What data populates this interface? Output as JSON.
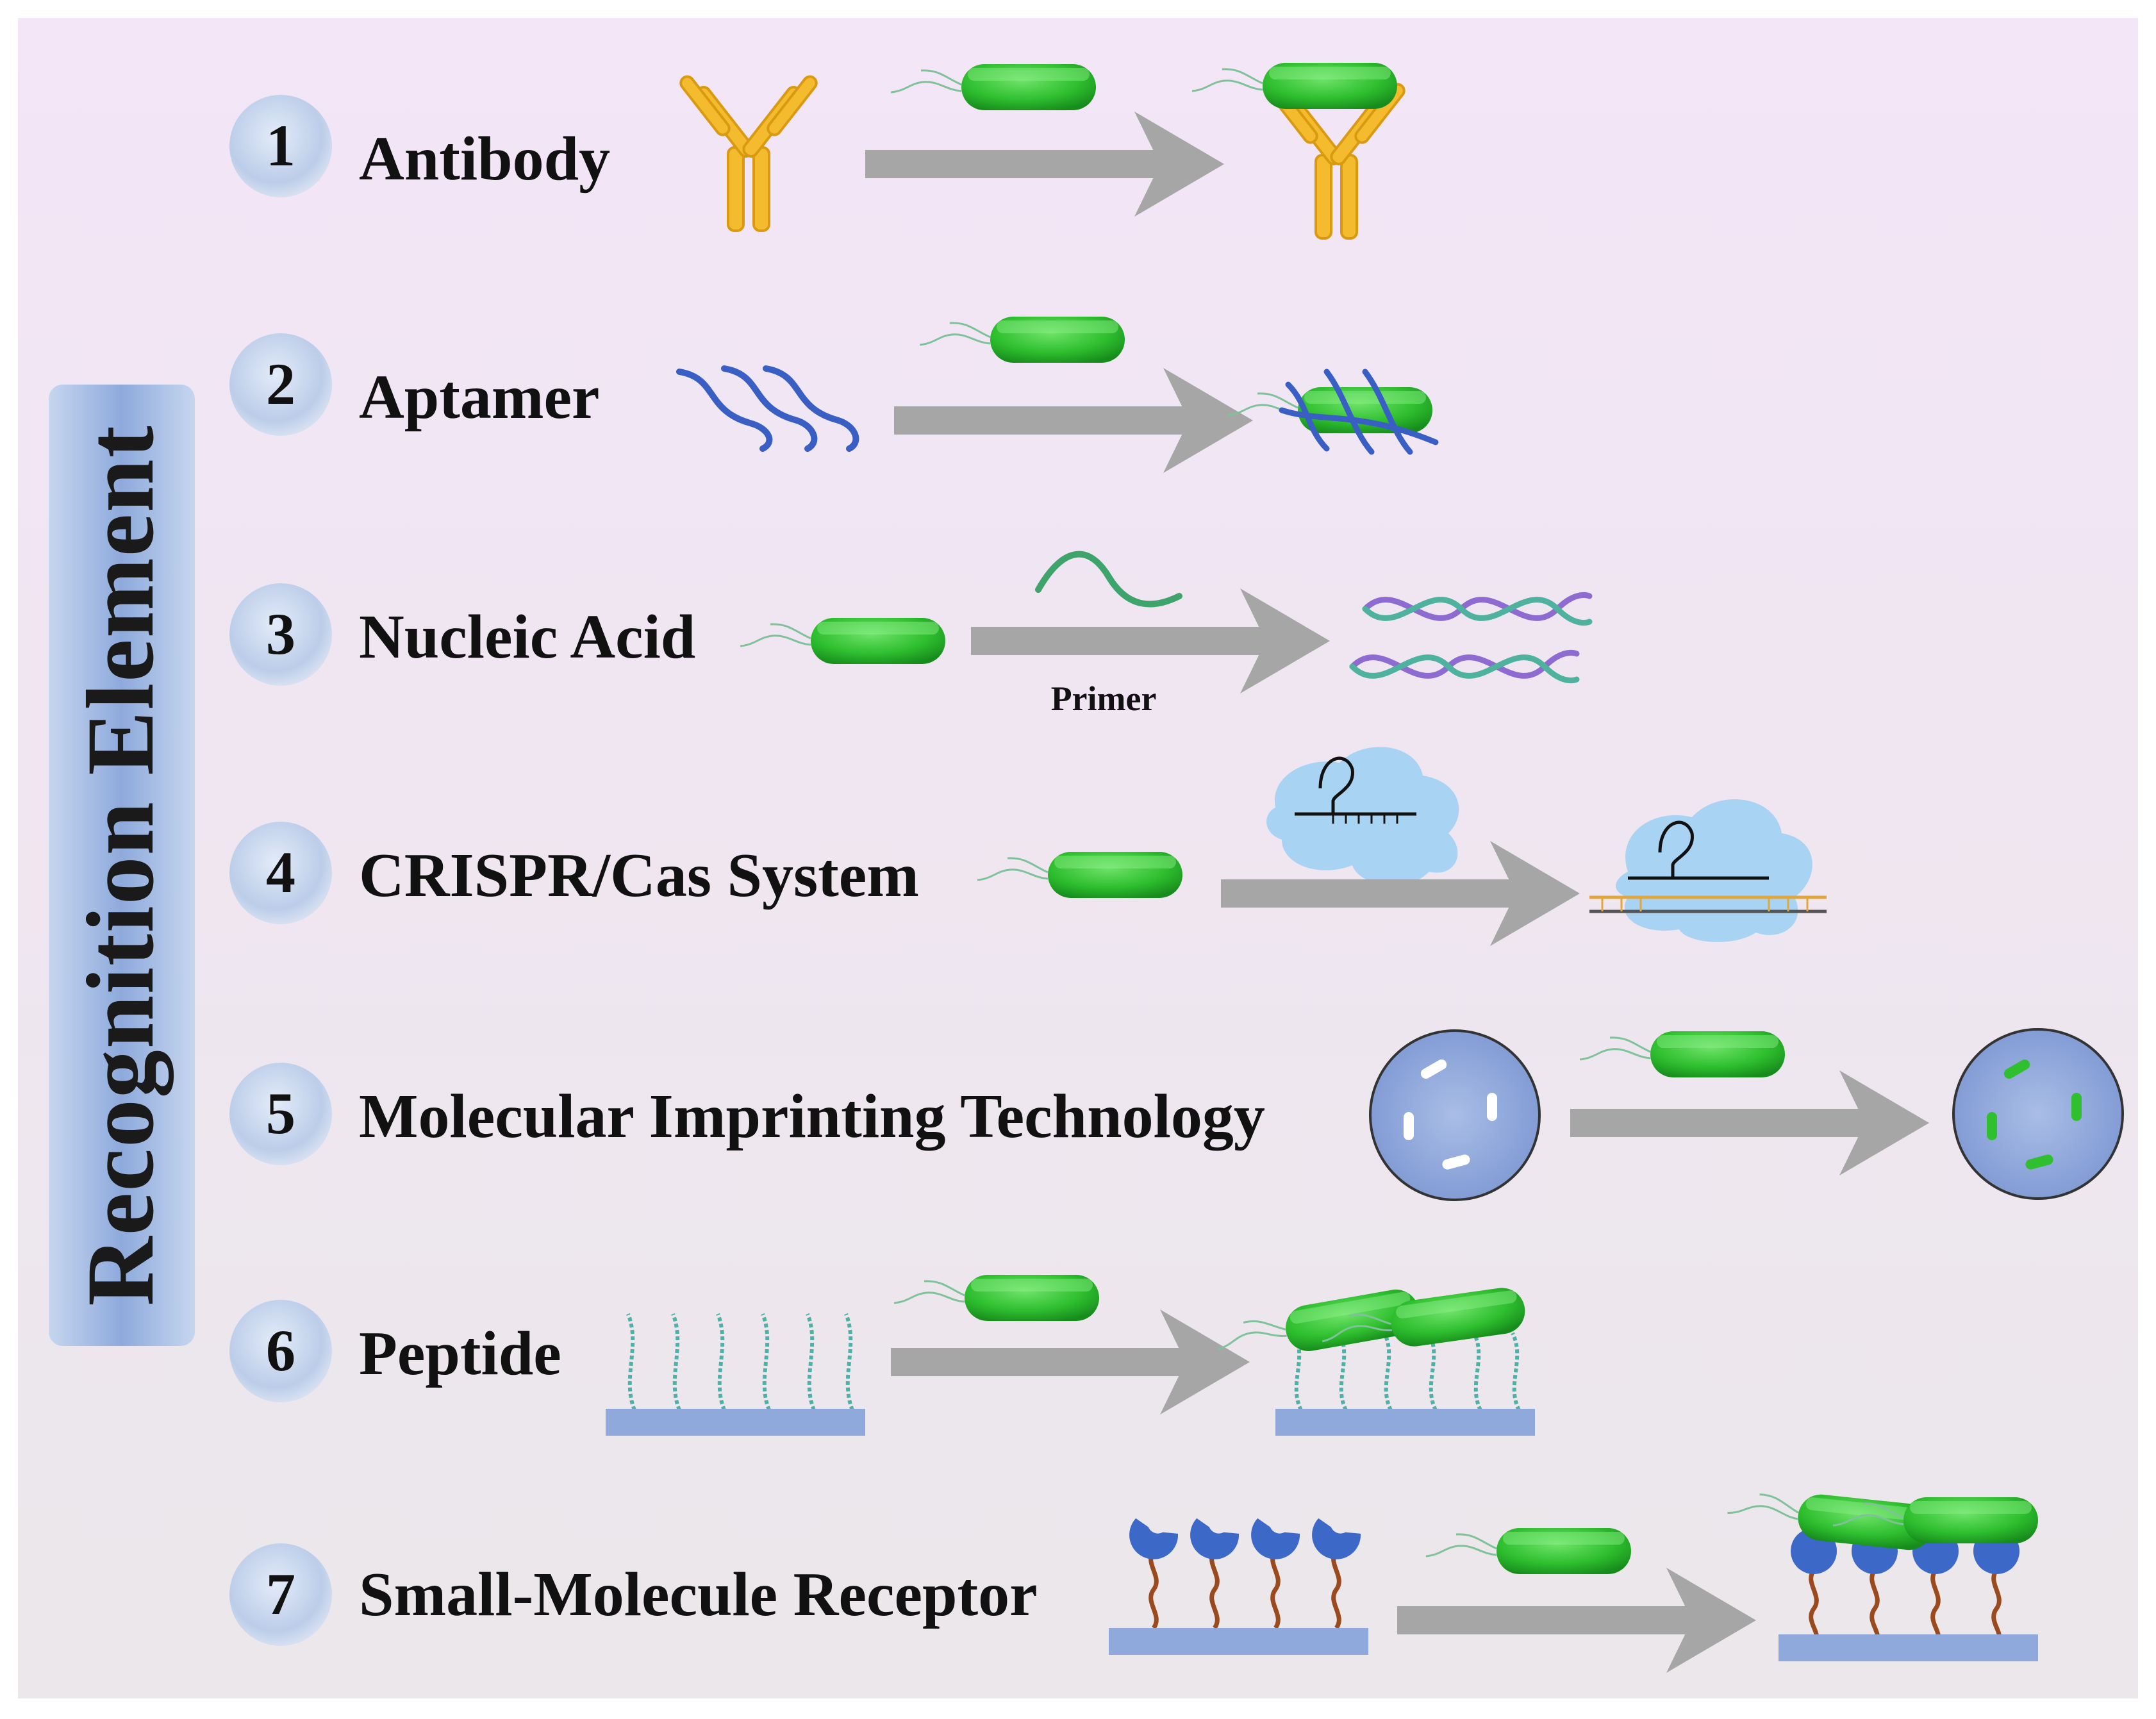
{
  "figure": {
    "side_title": "Recognition Element",
    "primer_label": "Primer",
    "colors": {
      "background": "#efe6f2",
      "badge": "#b7c9e8",
      "arrow": "#a6a6a6",
      "bacterium": "#2fbf2f",
      "antibody": "#f1b52a",
      "aptamer": "#3a5fc4",
      "cas_protein": "#a9d3f3",
      "surface": "#8fa9dc",
      "receptor_head": "#3c68c8",
      "receptor_linker": "#9a4a1c"
    },
    "rows": [
      {
        "number": "1",
        "label": "Antibody",
        "icon": "antibody-icon"
      },
      {
        "number": "2",
        "label": "Aptamer",
        "icon": "aptamer-icon"
      },
      {
        "number": "3",
        "label": "Nucleic Acid",
        "icon": "bacterium-icon"
      },
      {
        "number": "4",
        "label": "CRISPR/Cas System",
        "icon": "bacterium-icon"
      },
      {
        "number": "5",
        "label": "Molecular Imprinting Technology",
        "icon": "imprinted-polymer-icon"
      },
      {
        "number": "6",
        "label": "Peptide",
        "icon": "peptide-surface-icon"
      },
      {
        "number": "7",
        "label": "Small-Molecule Receptor",
        "icon": "receptor-surface-icon"
      }
    ]
  }
}
